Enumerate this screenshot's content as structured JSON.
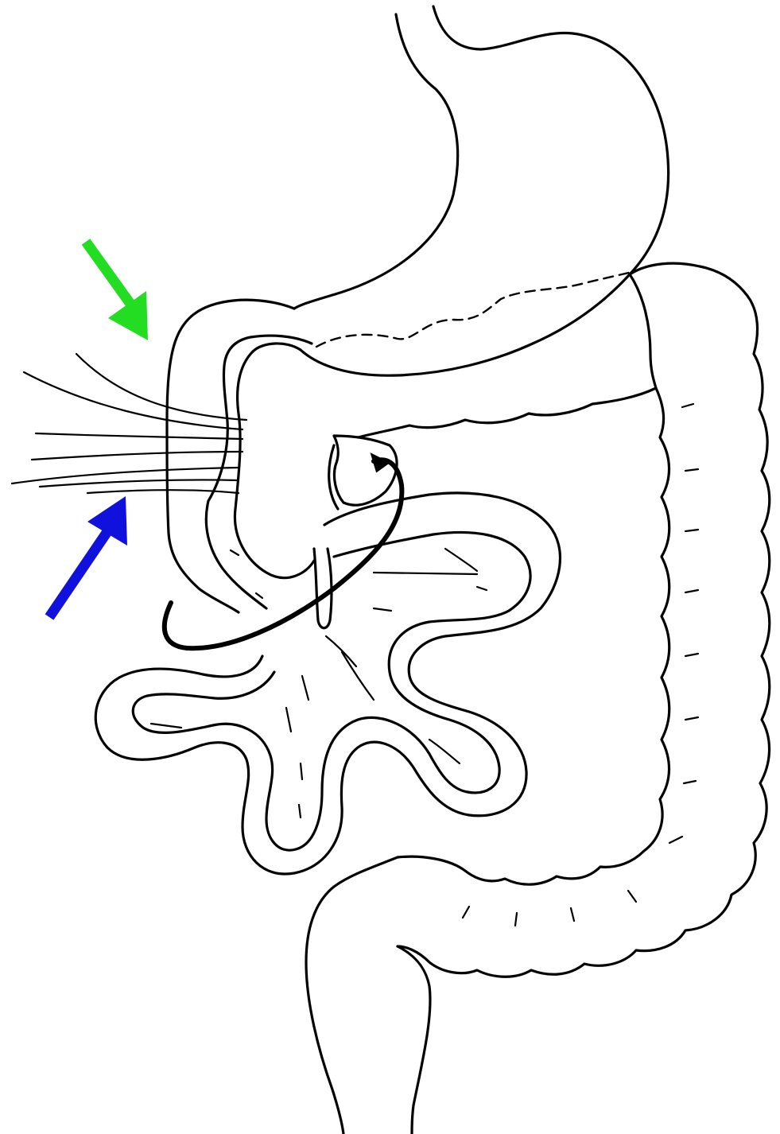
{
  "figure": {
    "background": "#ffffff",
    "line_color": "#000000",
    "arrows": [
      {
        "name": "green-arrow",
        "color": "#22dd22",
        "direction": "down-right"
      },
      {
        "name": "blue-arrow",
        "color": "#1111dd",
        "direction": "up-right"
      }
    ],
    "structures": [
      "esophagus-stomach",
      "transverse-colon-with-haustra",
      "duodenum",
      "mesenteric-vessels",
      "small-bowel-loops",
      "descending-colon",
      "sigmoid-rectum",
      "volvulus-twist-arrow"
    ]
  }
}
